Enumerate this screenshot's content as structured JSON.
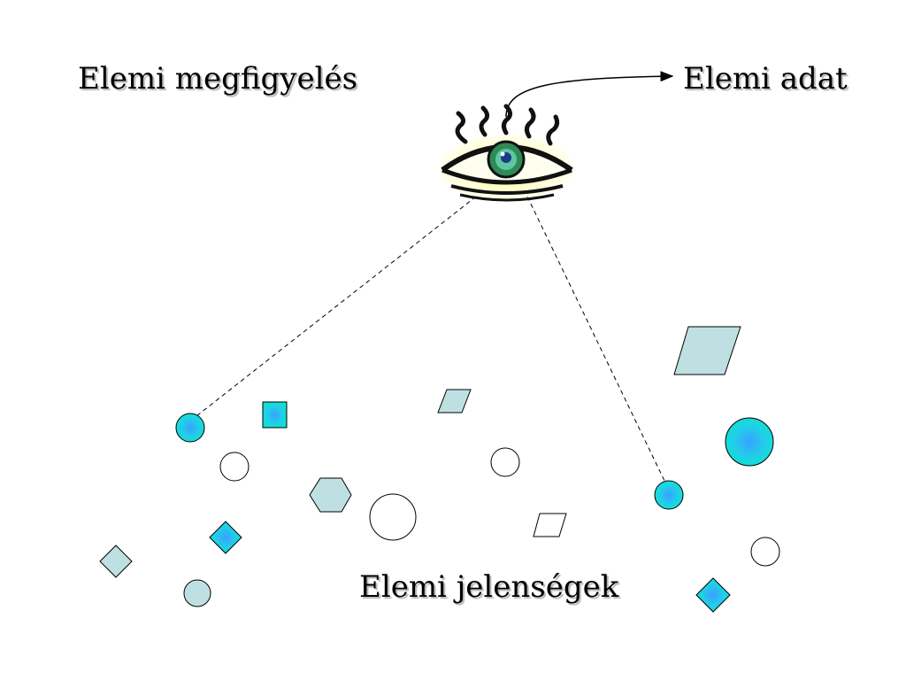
{
  "labels": {
    "observation": "Elemi megfigyelés",
    "data": "Elemi adat",
    "phenomena": "Elemi jelenségek"
  },
  "icons": {
    "eye": "eye-icon"
  },
  "colors": {
    "cyan_fill": "#1ad6d6",
    "light_blue_fill": "#bfe0e3",
    "white_fill": "#ffffff",
    "outline": "#000000",
    "eye_glow": "#ffff99",
    "iris": "#2e8b57"
  }
}
